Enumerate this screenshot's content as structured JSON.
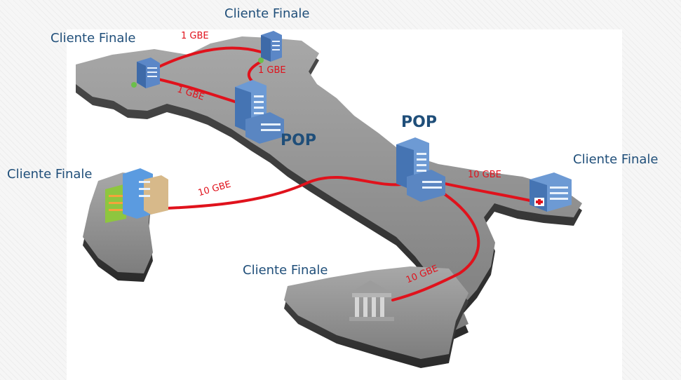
{
  "title": "",
  "nodes": {
    "cliente_top": "Cliente Finale",
    "cliente_nw": "Cliente Finale",
    "cliente_west": "Cliente Finale",
    "cliente_east": "Cliente Finale",
    "cliente_south": "Cliente Finale",
    "pop_north": "POP",
    "pop_south": "POP"
  },
  "links": {
    "nw_to_top": "1 GBE",
    "top_to_pop": "1 GBE",
    "nw_to_pop": "1 GBE",
    "west_to_pop": "10 GBE",
    "east_to_pop": "10 GBE",
    "south_to_pop": "10 GBE"
  },
  "colors": {
    "link": "#e0121c",
    "label": "#1f4e79",
    "map": "#8c8c8c"
  }
}
